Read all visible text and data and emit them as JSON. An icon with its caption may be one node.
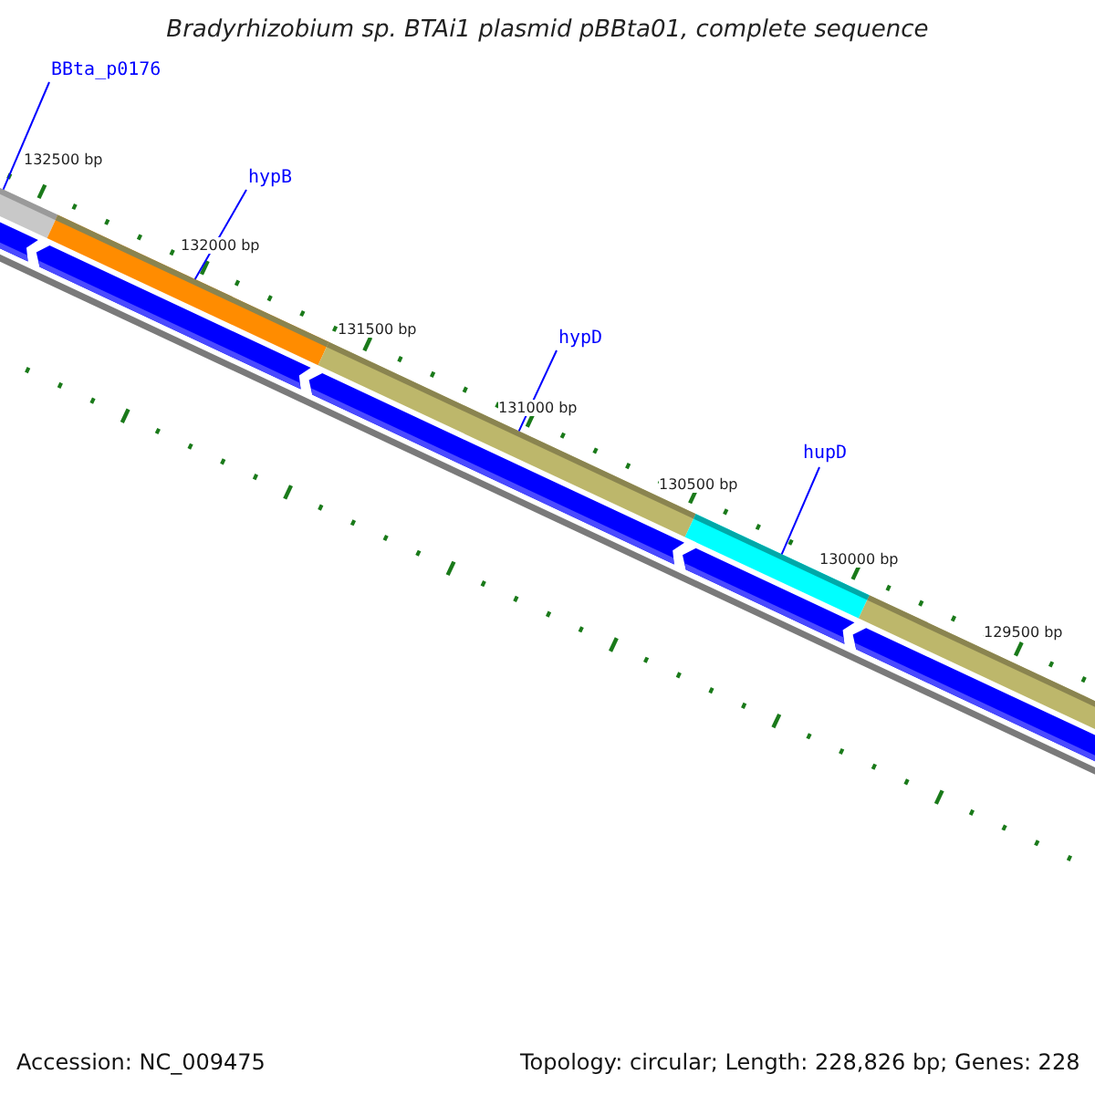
{
  "diagram": {
    "title": "Bradyrhizobium sp. BTAi1 plasmid pBBta01, complete sequence",
    "nodes": [
      {
        "text": [
          "BBta_p0176"
        ]
      },
      {
        "text": [],
        "shape": "bar"
      },
      {
        "text": [
          "hypB"
        ]
      },
      {
        "text": [],
        "shape": "bar"
      },
      {
        "text": [
          "hypD"
        ]
      },
      {
        "text": [],
        "shape": "bar"
      },
      {
        "text": [
          "hupD"
        ]
      },
      {
        "text": [],
        "shape": "bar"
      }
    ],
    "edges": [
      {
        "from": 0,
        "to": 1,
        "arrow": "none"
      },
      {
        "from": 2,
        "to": 3,
        "arrow": "none"
      },
      {
        "from": 4,
        "to": 5,
        "arrow": "none"
      },
      {
        "from": 6,
        "to": 7,
        "arrow": "none"
      }
    ],
    "labels": [
      "132500 bp",
      "132000 bp",
      "131500 bp",
      "131000 bp",
      "130500 bp",
      "130000 bp",
      "129500 bp",
      "Accession: NC_009475",
      "Topology: circular; Length: 228,826 bp; Genes: 228"
    ]
  }
}
